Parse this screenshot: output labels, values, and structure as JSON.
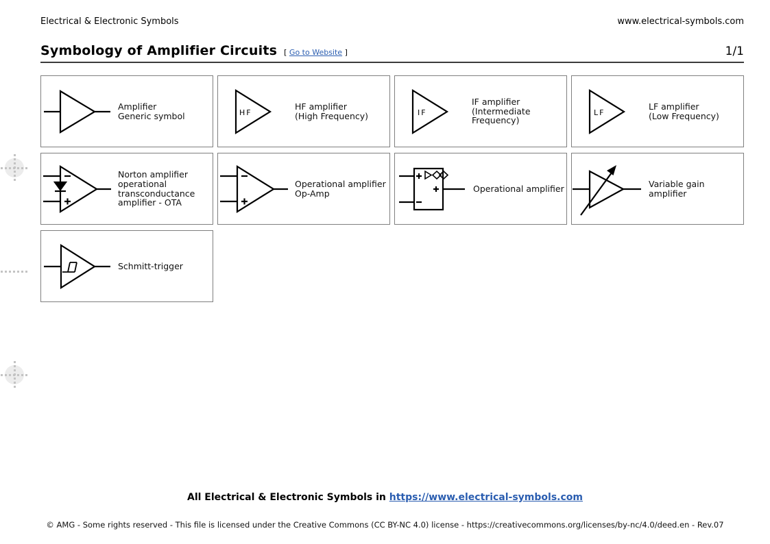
{
  "header": {
    "left": "Electrical & Electronic Symbols",
    "right": "www.electrical-symbols.com"
  },
  "titlebar": {
    "title": "Symbology of Amplifier Circuits",
    "bracket_open": "[",
    "go_to_website": "Go to Website",
    "bracket_close": "]",
    "page_number": "1/1"
  },
  "cells": [
    {
      "symbol": "amplifier-generic-symbol",
      "label_lines": [
        "Amplifier",
        "Generic symbol"
      ]
    },
    {
      "symbol": "hf-amplifier-symbol",
      "letters": "HF",
      "label_lines": [
        "HF amplifier",
        "(High Frequency)"
      ]
    },
    {
      "symbol": "if-amplifier-symbol",
      "letters": "IF",
      "label_lines": [
        "IF amplifier",
        "(Intermediate Frequency)"
      ]
    },
    {
      "symbol": "lf-amplifier-symbol",
      "letters": "LF",
      "label_lines": [
        "LF amplifier",
        "(Low Frequency)"
      ]
    },
    {
      "symbol": "norton-ota-symbol",
      "symbol_marks": [
        "−",
        "+"
      ],
      "label_lines": [
        "Norton amplifier",
        "operational",
        "transconductance",
        "amplifier - OTA"
      ]
    },
    {
      "symbol": "op-amp-triangle-symbol",
      "symbol_marks": [
        "−",
        "+"
      ],
      "label_lines": [
        "Operational amplifier",
        "Op-Amp"
      ]
    },
    {
      "symbol": "op-amp-rectangle-symbol",
      "symbol_marks": [
        "+",
        "−",
        "+"
      ],
      "label_lines": [
        "Operational amplifier"
      ]
    },
    {
      "symbol": "variable-gain-amplifier-symbol",
      "label_lines": [
        "Variable gain amplifier"
      ]
    },
    {
      "symbol": "schmitt-trigger-symbol",
      "label_lines": [
        "Schmitt-trigger"
      ]
    }
  ],
  "footer": {
    "bold_text": "All Electrical & Electronic Symbols in",
    "link": "https://www.electrical-symbols.com",
    "copyright": "© AMG - Some rights reserved - This file is licensed under the Creative Commons (CC BY-NC 4.0) license - https://creativecommons.org/licenses/by-nc/4.0/deed.en - Rev.07"
  },
  "colors": {
    "link": "#2a5db0",
    "cell_border": "#7f7f7f",
    "rule": "#3b3b3b",
    "symbol_stroke": "#000000"
  }
}
